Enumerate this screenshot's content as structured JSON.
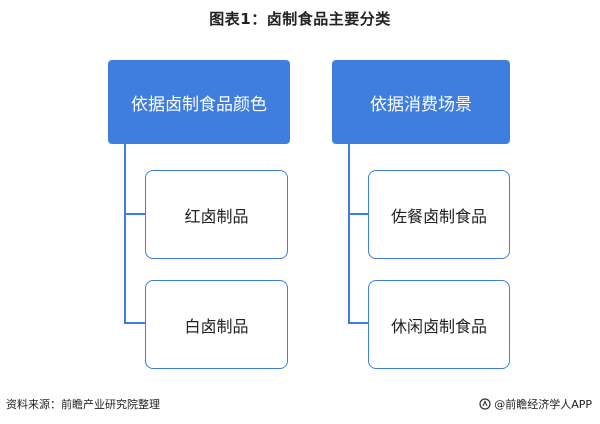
{
  "title": "图表1：卤制食品主要分类",
  "categories": [
    {
      "label": "依据卤制食品颜色",
      "items": [
        "红卤制品",
        "白卤制品"
      ]
    },
    {
      "label": "依据消费场景",
      "items": [
        "佐餐卤制食品",
        "休闲卤制食品"
      ]
    }
  ],
  "source": "资料来源：前瞻产业研究院整理",
  "brand": "@前瞻经济学人APP",
  "colors": {
    "accent": "#3f7ede",
    "item_border": "#3f7ede",
    "text": "#222222"
  }
}
